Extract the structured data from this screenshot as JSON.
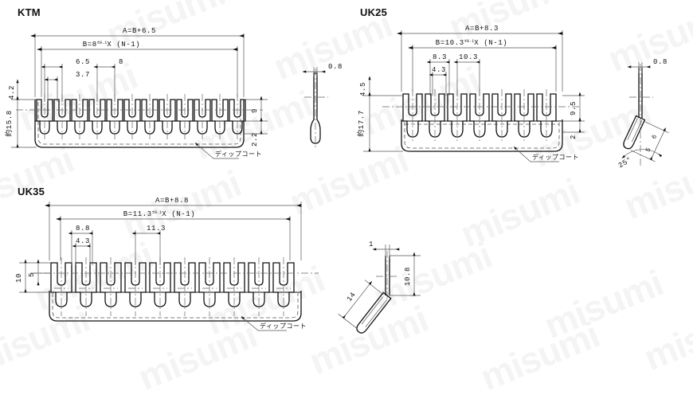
{
  "sheet": {
    "watermark_text": "misumi",
    "background": "#ffffff",
    "line_color": "#111111"
  },
  "figures": [
    {
      "id": "ktm",
      "title": "KTM",
      "teeth": 12,
      "note_label": "ディップコート",
      "dimensions": {
        "overall_a": "A=B+6.5",
        "overall_b_value": "B=8",
        "overall_b_tol": "±0.1",
        "overall_b_tail": "X (N-1)",
        "pitch": "8",
        "slot_outer": "6.5",
        "slot_inner": "3.7",
        "top_gap": "4.2",
        "height_total": "約15.8",
        "fork_depth": "9",
        "tab_height": "2.2"
      },
      "side_view": {
        "thickness": "0.8"
      }
    },
    {
      "id": "uk25",
      "title": "UK25",
      "teeth": 7,
      "note_label": "ディップコート",
      "dimensions": {
        "overall_a": "A=B+8.3",
        "overall_b_value": "B=10.3",
        "overall_b_tol": "±0.1",
        "overall_b_tail": "X (N-1)",
        "pitch": "10.3",
        "slot_outer": "8.3",
        "slot_inner": "4.3",
        "top_gap": "4.5",
        "height_total": "約17.7",
        "fork_depth": "9.5",
        "tab_height": "2"
      },
      "side_view": {
        "thickness": "0.8",
        "angle": "25°",
        "leg_len": "6",
        "leg_width": "5"
      }
    },
    {
      "id": "uk35",
      "title": "UK35",
      "teeth": 10,
      "note_label": "ディップコート",
      "dimensions": {
        "overall_a": "A=B+8.8",
        "overall_b_value": "B=11.3",
        "overall_b_tol": "±0.1",
        "overall_b_tail": "X (N-1)",
        "pitch": "11.3",
        "slot_outer": "8.8",
        "slot_inner": "4.3",
        "top_gap": "10",
        "height_total": "5"
      },
      "side_view": {
        "thickness": "1",
        "height": "10.8",
        "leg_len": "14"
      }
    }
  ]
}
